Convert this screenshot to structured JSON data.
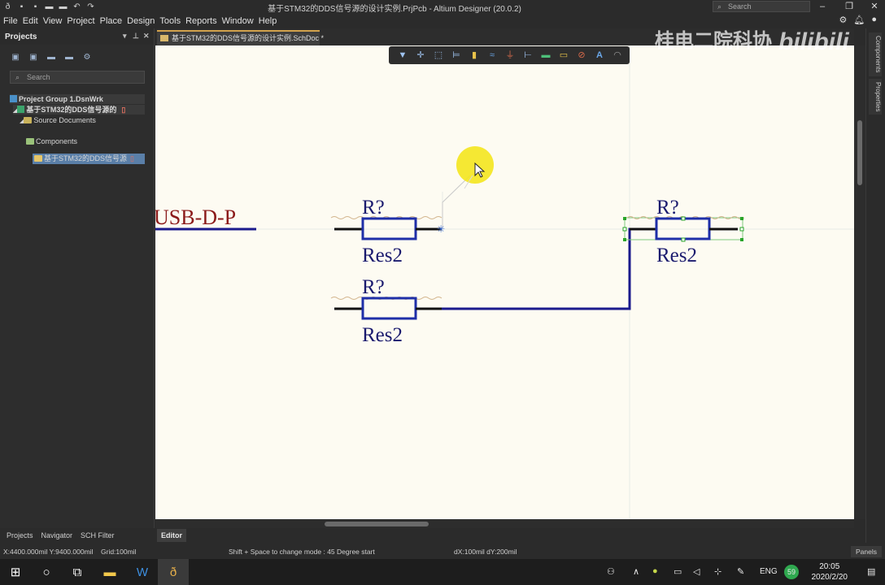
{
  "window": {
    "title": "基于STM32的DDS信号源的设计实例.PrjPcb - Altium Designer (20.0.2)",
    "search_placeholder": "Search"
  },
  "menu": [
    "File",
    "Edit",
    "View",
    "Project",
    "Place",
    "Design",
    "Tools",
    "Reports",
    "Window",
    "Help"
  ],
  "projects_panel": {
    "title": "Projects",
    "search_placeholder": "Search",
    "tree": {
      "group": "Project Group 1.DsnWrk",
      "project": "基于STM32的DDS信号源的",
      "source_folder": "Source Documents",
      "document": "基于STM32的DDS信号源",
      "components": "Components"
    },
    "tabs": [
      "Projects",
      "Navigator",
      "SCH Filter"
    ]
  },
  "document_tab": "基于STM32的DDS信号源的设计实例.SchDoc *",
  "watermark": {
    "text": "桂电二院科协",
    "logo": "bilibili"
  },
  "schematic": {
    "net_label": "USB-D-P",
    "resistors": [
      {
        "designator": "R?",
        "comment": "Res2"
      },
      {
        "designator": "R?",
        "comment": "Res2"
      },
      {
        "designator": "R?",
        "comment": "Res2"
      }
    ]
  },
  "right_panels": [
    "Components",
    "Properties"
  ],
  "editor_tab": "Editor",
  "status": {
    "coords": "X:4400.000mil Y:9400.000mil",
    "grid": "Grid:100mil",
    "hint": "Shift + Space to change mode : 45 Degree start",
    "delta": "dX:100mil dY:200mil",
    "panels": "Panels"
  },
  "taskbar": {
    "lang": "ENG",
    "badge": "59",
    "time": "20:05",
    "date": "2020/2/20"
  },
  "colors": {
    "wire": "#1a1a8c",
    "component": "#1f2fa8",
    "label": "#8b1a1a",
    "highlight": "#f4e51e"
  }
}
